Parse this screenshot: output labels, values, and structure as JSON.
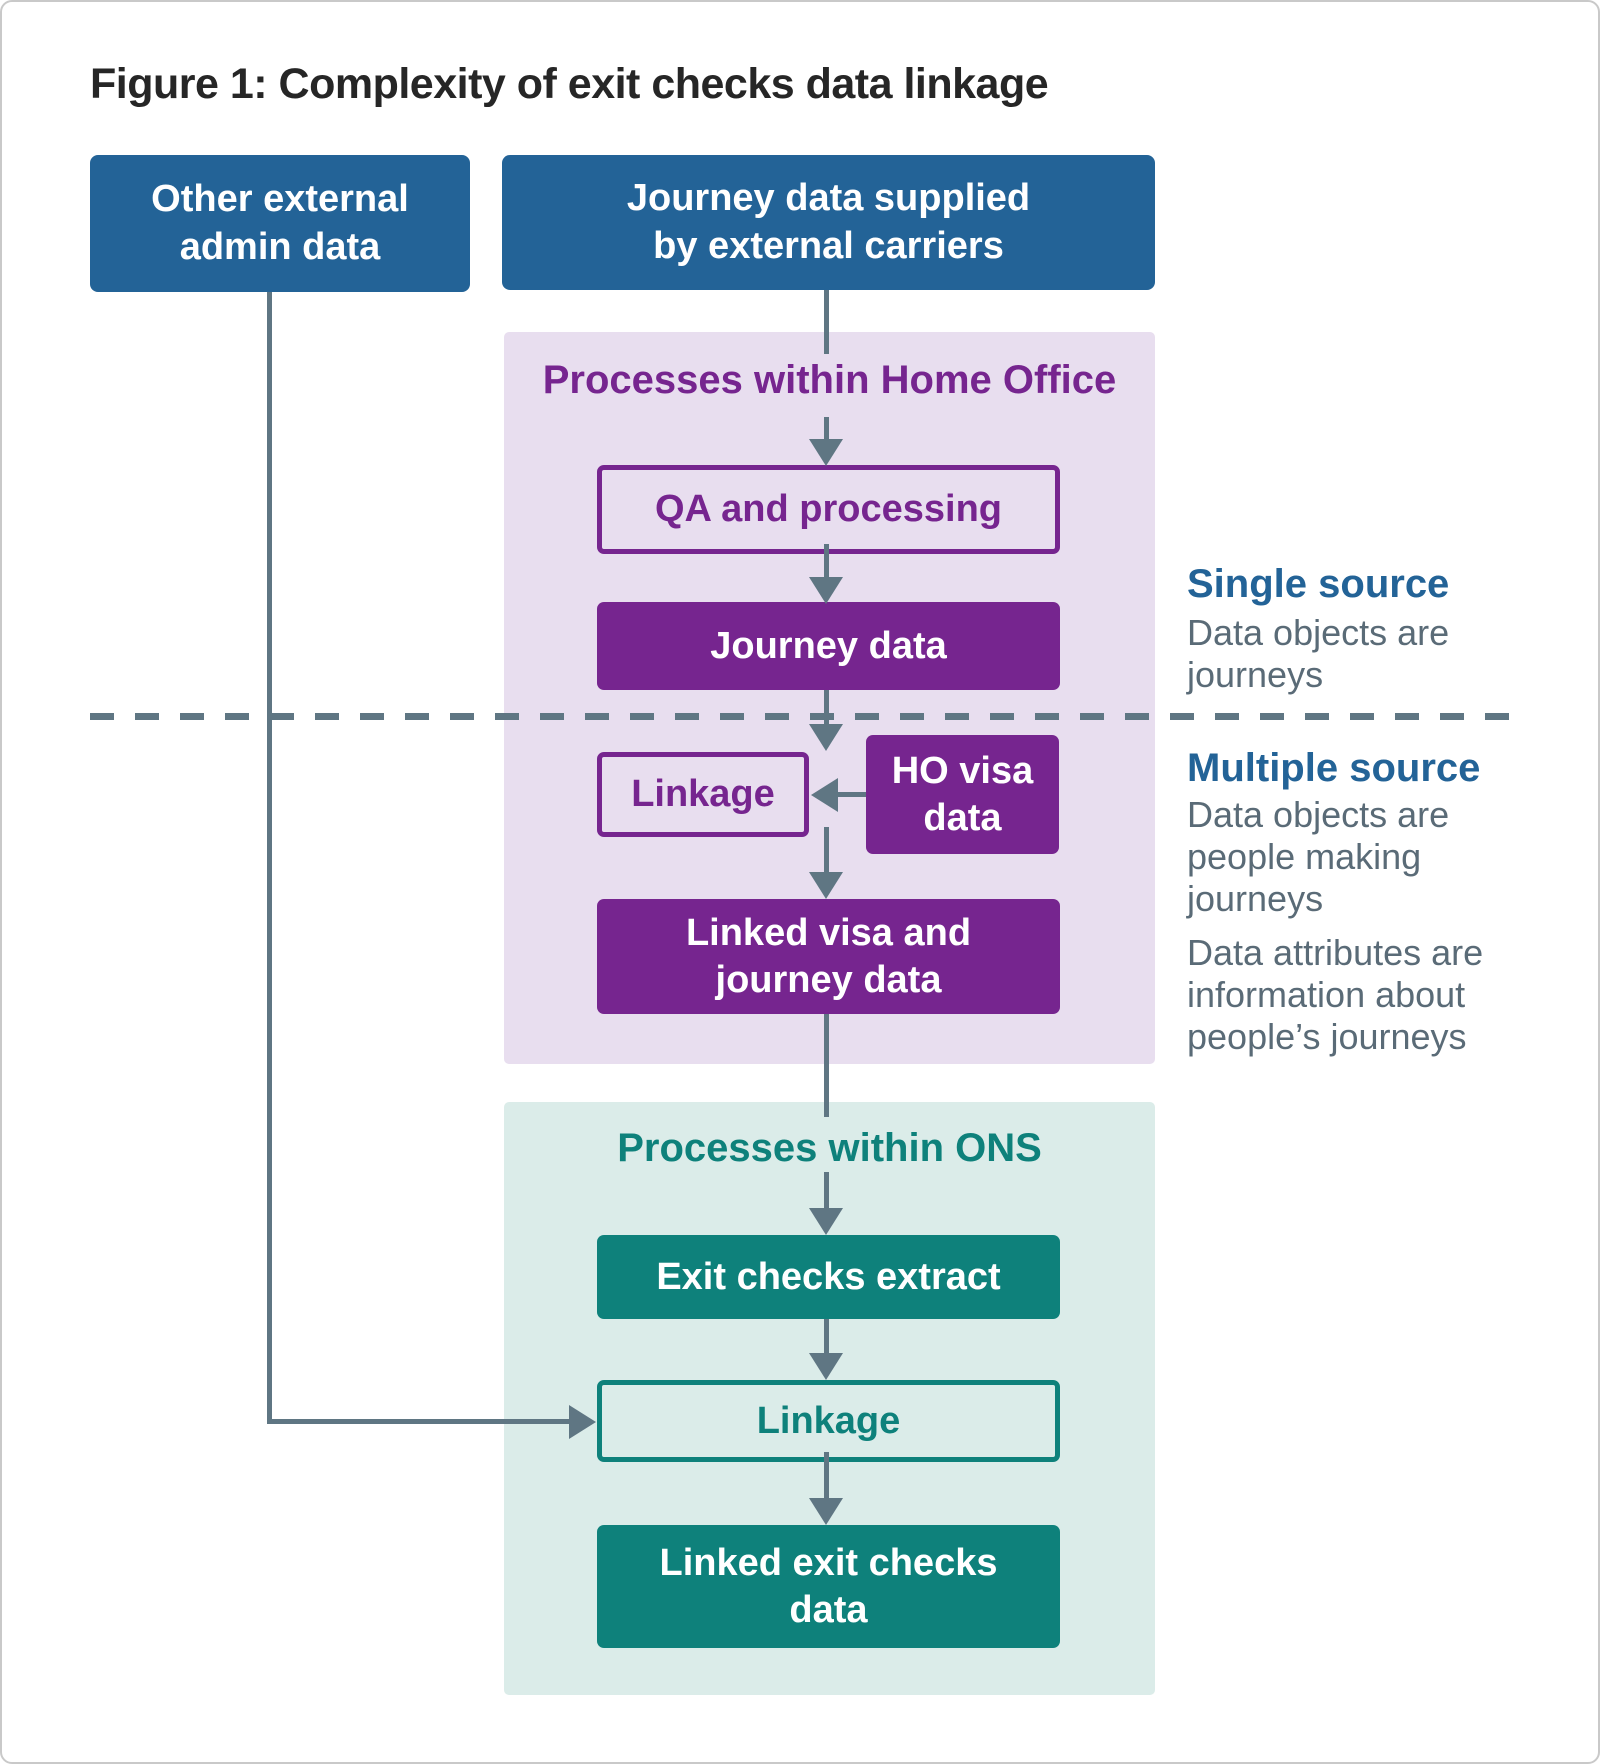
{
  "figure": {
    "title": "Figure 1: Complexity of exit checks data linkage"
  },
  "sources": {
    "other_admin": "Other external\nadmin data",
    "journey_external": "Journey data supplied\nby external carriers"
  },
  "home_office": {
    "heading": "Processes within Home Office",
    "qa_box": "QA and processing",
    "journey_data_box": "Journey data",
    "linkage_box": "Linkage",
    "ho_visa_box": "HO visa\ndata",
    "linked_visa_box": "Linked visa and\njourney data"
  },
  "ons": {
    "heading": "Processes within ONS",
    "exit_extract_box": "Exit checks extract",
    "linkage_box": "Linkage",
    "linked_exit_box": "Linked exit checks\ndata"
  },
  "annotations": {
    "single_source": {
      "heading": "Single source",
      "body": "Data objects are\njourneys"
    },
    "multiple_source": {
      "heading": "Multiple source",
      "body": "Data objects are\npeople making\njourneys",
      "body2": "Data attributes are\ninformation about\npeople’s journeys"
    }
  },
  "colors": {
    "blue": "#236397",
    "purple": "#76258F",
    "teal": "#0E817B",
    "lavender-bg": "#E8DEEF",
    "teal-bg": "#DBECE9",
    "arrow-gray": "#5F7683",
    "text-gray": "#5A6B77",
    "title-color": "#262626",
    "border-gray": "#C9C9C9"
  }
}
